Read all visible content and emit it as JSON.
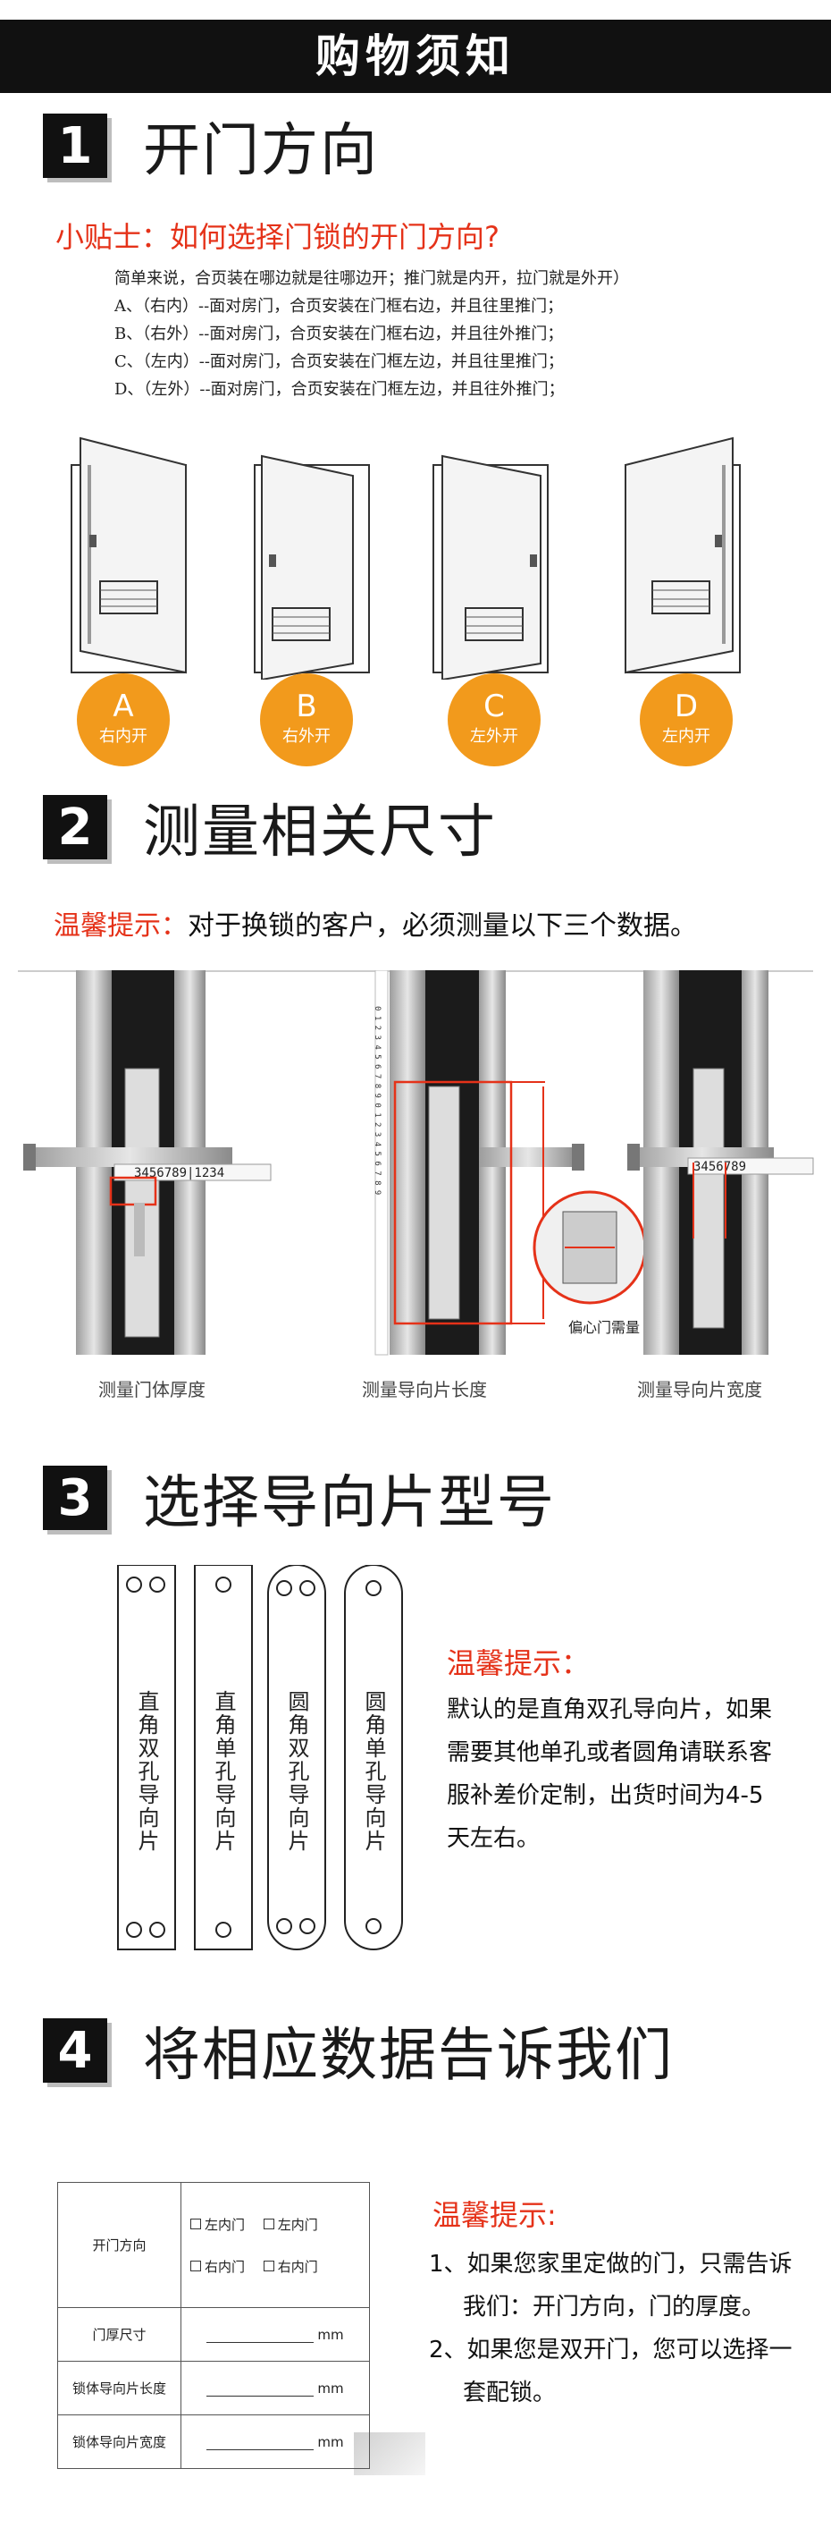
{
  "banner": {
    "title": "购物须知"
  },
  "sections": [
    {
      "num": "1",
      "title": "开门方向"
    },
    {
      "num": "2",
      "title": "测量相关尺寸"
    },
    {
      "num": "3",
      "title": "选择导向片型号"
    },
    {
      "num": "4",
      "title": "将相应数据告诉我们"
    }
  ],
  "direction": {
    "tip": "小贴士：如何选择门锁的开门方向?",
    "lines": [
      "简单来说，合页装在哪边就是往哪边开；推门就是内开，拉门就是外开）",
      "A、（右内）--面对房门，合页安装在门框右边，并且往里推门；",
      "B、（右外）--面对房门，合页安装在门框右边，并且往外推门；",
      "C、（左内）--面对房门，合页安装在门框左边，并且往里推门；",
      "D、（左外）--面对房门，合页安装在门框左边，并且往外推门；"
    ],
    "doors": [
      {
        "letter": "A",
        "label": "右内开"
      },
      {
        "letter": "B",
        "label": "右外开"
      },
      {
        "letter": "C",
        "label": "左外开"
      },
      {
        "letter": "D",
        "label": "左内开"
      }
    ]
  },
  "measure": {
    "tip_label": "温馨提示：",
    "tip_text": "对于换锁的客户，必须测量以下三个数据。",
    "captions": [
      "测量门体厚度",
      "测量导向片长度",
      "测量导向片宽度"
    ],
    "ruler_text": "3456789|1234",
    "ruler_text_2": "3456789",
    "vertical_ruler": "0 1 2 3 4 5 6 7 8 9 0 1 2 3 4 5 6 7 8 9",
    "eccentric_note": "偏心门需量"
  },
  "plates": {
    "items": [
      {
        "name": "直角双孔导向片",
        "corner": "square",
        "holes": 2
      },
      {
        "name": "直角单孔导向片",
        "corner": "square",
        "holes": 1
      },
      {
        "name": "圆角双孔导向片",
        "corner": "round",
        "holes": 2
      },
      {
        "name": "圆角单孔导向片",
        "corner": "round",
        "holes": 1
      }
    ],
    "tip_title": "温馨提示：",
    "tip_body": "默认的是直角双孔导向片，如果需要其他单孔或者圆角请联系客服补差价定制，出货时间为4-5天左右。"
  },
  "order": {
    "row_direction_label": "开门方向",
    "options": [
      "左内门",
      "左内门",
      "右内门",
      "右内门"
    ],
    "rows": [
      {
        "label": "门厚尺寸",
        "unit": "mm"
      },
      {
        "label": "锁体导向片长度",
        "unit": "mm"
      },
      {
        "label": "锁体导向片宽度",
        "unit": "mm"
      }
    ],
    "tip_title": "温馨提示:",
    "tips": [
      "1、如果您家里定做的门，只需告诉我们：开门方向，门的厚度。",
      "2、如果您是双开门，您可以选择一套配锁。"
    ]
  },
  "colors": {
    "accent_red": "#e53219",
    "badge_orange": "#f29a1c",
    "banner_bg": "#111111"
  }
}
